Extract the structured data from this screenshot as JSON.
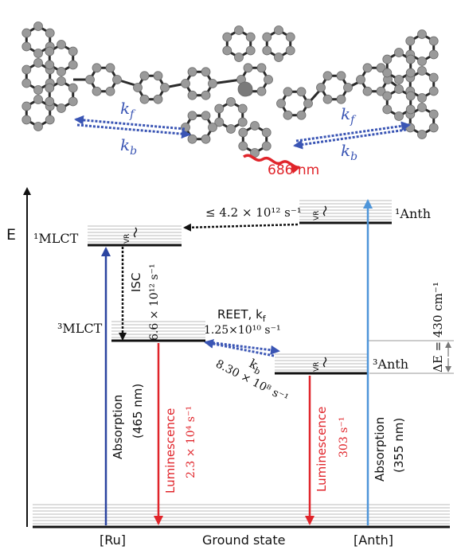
{
  "colors": {
    "blue": "#2b44a0",
    "dotted_blue": "#3a55b4",
    "red": "#e0242a",
    "light_blue": "#4e95d9",
    "atom_gray": "#9a9a9a",
    "bond": "#2a2a2a",
    "level_gray": "#bbbbbb",
    "black": "#111111"
  },
  "molecule": {
    "kf_left": "k",
    "kf_left_sub": "f",
    "kb_left": "k",
    "kb_left_sub": "b",
    "kf_right": "k",
    "kf_right_sub": "f",
    "kb_right": "k",
    "kb_right_sub": "b",
    "emission": "686 nm"
  },
  "energy_axis": {
    "label": "E"
  },
  "levels": {
    "mlct1": "¹MLCT",
    "mlct3": "³MLCT",
    "anth1": "¹Anth",
    "anth3": "³Anth",
    "vr": "VR"
  },
  "rates": {
    "top_rate": "≤ 4.2 × 10¹² s⁻¹",
    "isc_label": "ISC",
    "isc_rate": "6.6 × 10¹² s⁻¹",
    "reet_label": "REET, k",
    "reet_sub": "f",
    "reet_rate": "1.25×10¹⁰ s⁻¹",
    "kb_label": "k",
    "kb_sub": "b",
    "kb_rate": "8.30 × 10⁸ s⁻¹",
    "delta_e": "ΔE = 430 cm⁻¹"
  },
  "transitions": {
    "abs_left": "Absorption",
    "abs_left_nm": "(465 nm)",
    "lum_left": "Luminescence",
    "lum_left_rate": "2.3 × 10⁴ s⁻¹",
    "lum_right": "Luminescence",
    "lum_right_rate": "303 s⁻¹",
    "abs_right": "Absorption",
    "abs_right_nm": "(355 nm)"
  },
  "bottom_labels": {
    "ru": "[Ru]",
    "ground": "Ground state",
    "anth": "[Anth]"
  }
}
